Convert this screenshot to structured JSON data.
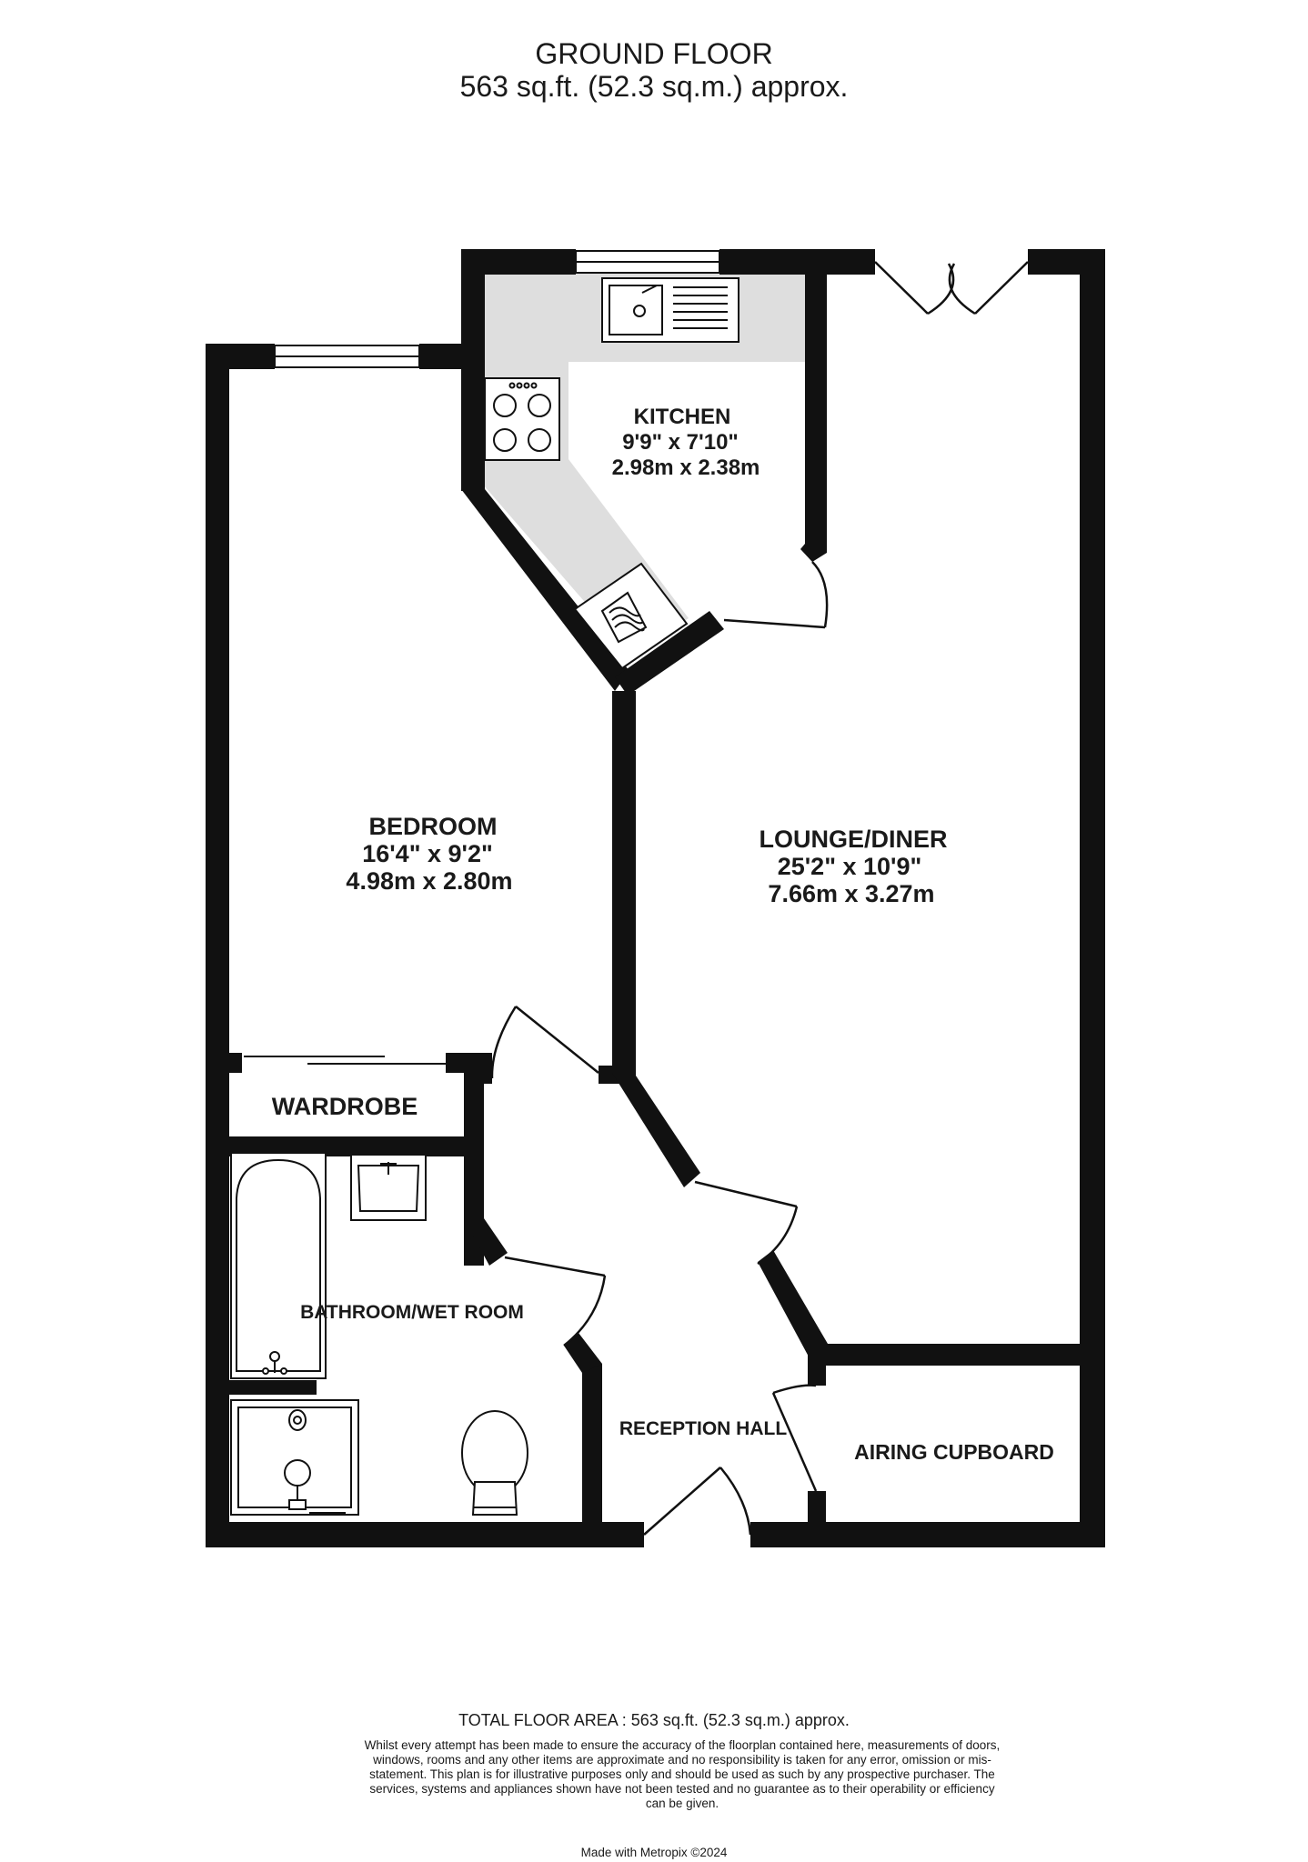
{
  "header": {
    "floor": "GROUND FLOOR",
    "area": "563 sq.ft. (52.3 sq.m.) approx."
  },
  "rooms": {
    "kitchen": {
      "name": "KITCHEN",
      "imperial": "9'9\"  x 7'10\"",
      "metric": "2.98m  x 2.38m"
    },
    "bedroom": {
      "name": "BEDROOM",
      "imperial": "16'4\"  x 9'2\"",
      "metric": "4.98m  x 2.80m"
    },
    "lounge": {
      "name": "LOUNGE/DINER",
      "imperial": "25'2\"  x 10'9\"",
      "metric": "7.66m  x 3.27m"
    },
    "wardrobe": {
      "name": "WARDROBE"
    },
    "bathroom": {
      "name": "BATHROOM/WET ROOM"
    },
    "hall": {
      "name": "RECEPTION HALL"
    },
    "airing": {
      "name": "AIRING CUPBOARD"
    }
  },
  "footer": {
    "total": "TOTAL FLOOR AREA : 563 sq.ft. (52.3 sq.m.) approx.",
    "disclaimer": "Whilst every attempt has been made to ensure the accuracy of the floorplan contained here, measurements of doors, windows, rooms and any other items are approximate and no responsibility is taken for any error, omission or mis-statement. This plan is for illustrative purposes only and should be used as such by any prospective purchaser. The services, systems and appliances shown have not been tested and no guarantee as to their operability or efficiency can be given.",
    "credit": "Made with Metropix ©2024"
  },
  "colors": {
    "wall": "#111111",
    "kitchen_fill": "#dedede",
    "background": "#ffffff"
  },
  "icons": [
    "sink-icon",
    "hob-icon",
    "washing-machine-icon",
    "bath-icon",
    "basin-icon",
    "shower-tray-icon",
    "toilet-icon",
    "window-icon",
    "french-doors-icon"
  ]
}
